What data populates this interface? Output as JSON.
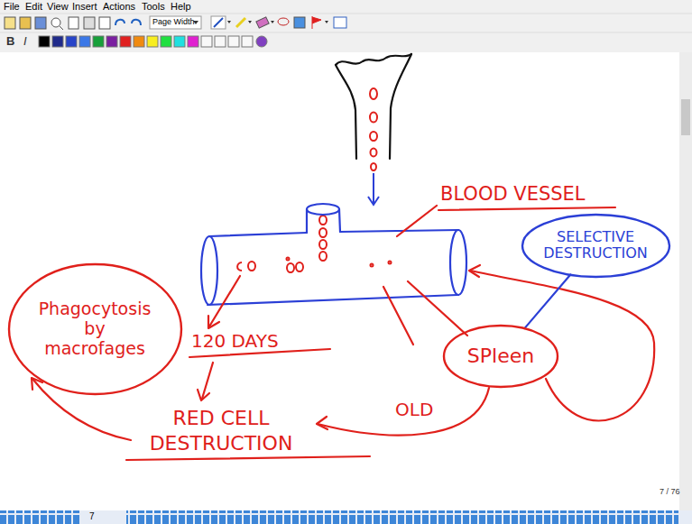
{
  "diagram": {
    "nodes": [
      {
        "text": [
          "SELECTIVE DESTRUCTION"
        ]
      },
      {
        "text": [
          "Phagocytosis by macrofages"
        ]
      },
      {
        "text": [
          "SPleen"
        ]
      }
    ],
    "edges": [
      {
        "from": 0,
        "to": 2,
        "arrow": "none"
      }
    ],
    "labels": [
      "File",
      "Edit",
      "View",
      "Insert",
      "Actions",
      "Tools",
      "Help",
      "Page Width",
      "B",
      "I",
      "BLOOD VESSEL",
      "120 DAYS",
      "RED CELL DESTRUCTION",
      "OLD",
      "7 / 76",
      "7"
    ]
  }
}
